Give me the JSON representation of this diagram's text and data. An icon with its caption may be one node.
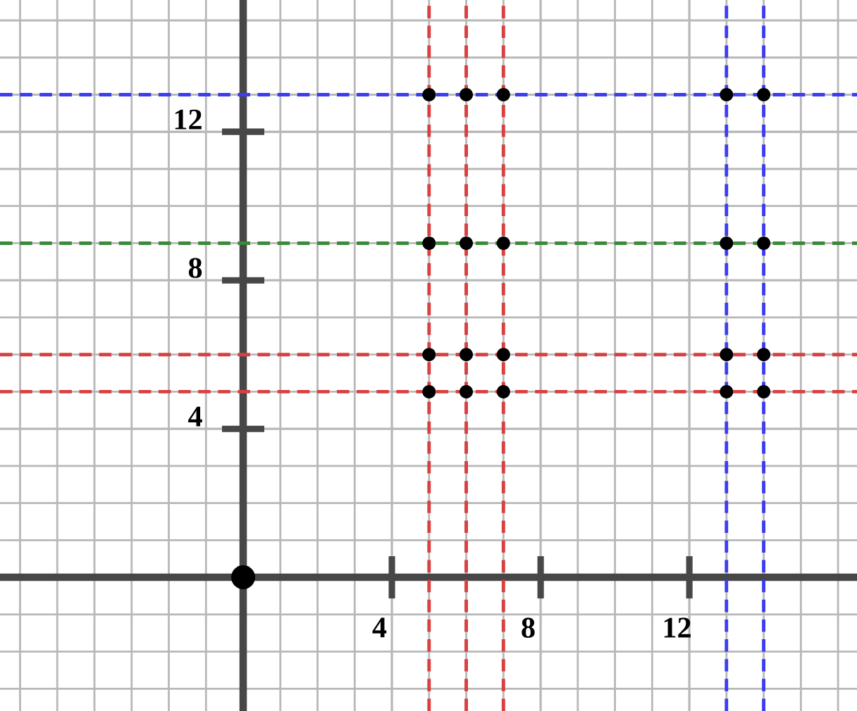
{
  "diagram": {
    "chart_data": {
      "type": "scatter",
      "xlim": [
        -6.54,
        16.51
      ],
      "ylim": [
        -3.6,
        15.55
      ],
      "xticks": [
        4,
        8,
        12
      ],
      "yticks": [
        4,
        8,
        12
      ],
      "grid": true,
      "series": [
        {
          "color": "#000000",
          "x": [
            5,
            6,
            7,
            13,
            14,
            5,
            6,
            7,
            13,
            14,
            5,
            6,
            7,
            13,
            14,
            5,
            6,
            7,
            13,
            14
          ],
          "values": [
            13,
            13,
            13,
            13,
            13,
            9,
            9,
            9,
            9,
            9,
            6,
            6,
            6,
            6,
            6,
            5,
            5,
            5,
            5,
            5
          ]
        }
      ],
      "ref_lines": [
        {
          "axis": "x",
          "value": 5,
          "color": "#d94040"
        },
        {
          "axis": "x",
          "value": 6,
          "color": "#d94040"
        },
        {
          "axis": "x",
          "value": 7,
          "color": "#d94040"
        },
        {
          "axis": "x",
          "value": 13,
          "color": "#3c3cf0"
        },
        {
          "axis": "x",
          "value": 14,
          "color": "#3c3cf0"
        },
        {
          "axis": "y",
          "value": 13,
          "color": "#3c3cf0"
        },
        {
          "axis": "y",
          "value": 9,
          "color": "#3a8a3a"
        },
        {
          "axis": "y",
          "value": 6,
          "color": "#d94040"
        },
        {
          "axis": "y",
          "value": 5,
          "color": "#d94040"
        }
      ]
    }
  }
}
